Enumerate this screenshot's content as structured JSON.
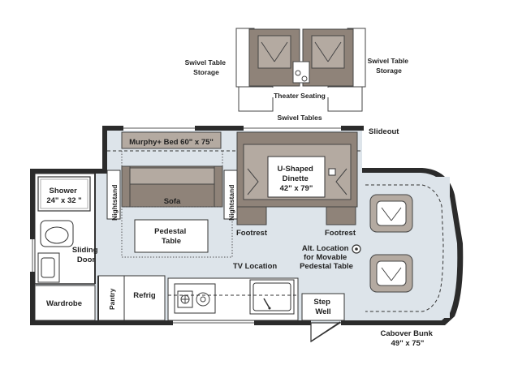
{
  "labels": {
    "swivel_table_storage_left": [
      "Swivel Table",
      "Storage"
    ],
    "swivel_table_storage_right": [
      "Swivel Table",
      "Storage"
    ],
    "theater_seating": "Theater Seating",
    "swivel_tables": "Swivel Tables",
    "slideout": "Slideout",
    "murphy_bed": "Murphy+ Bed 60\" x 75\"",
    "sofa": "Sofa",
    "nightstand_left": "Nightstand",
    "nightstand_right": "Nightstand",
    "u_shaped_dinette": [
      "U-Shaped",
      "Dinette",
      "42\" x 79\""
    ],
    "footrest_left": "Footrest",
    "footrest_right": "Footrest",
    "pedestal_table": [
      "Pedestal",
      "Table"
    ],
    "shower": [
      "Shower",
      "24\" x 32 \""
    ],
    "sliding_door": [
      "Sliding",
      "Door"
    ],
    "tv_location": "TV Location",
    "alt_location": [
      "Alt. Location",
      "for Movable",
      "Pedestal Table"
    ],
    "wardrobe": "Wardrobe",
    "pantry": "Pantry",
    "refrig": "Refrig",
    "step_well": [
      "Step",
      "Well"
    ],
    "cabover_bunk": [
      "Cabover Bunk",
      "49\" x 75\""
    ]
  }
}
